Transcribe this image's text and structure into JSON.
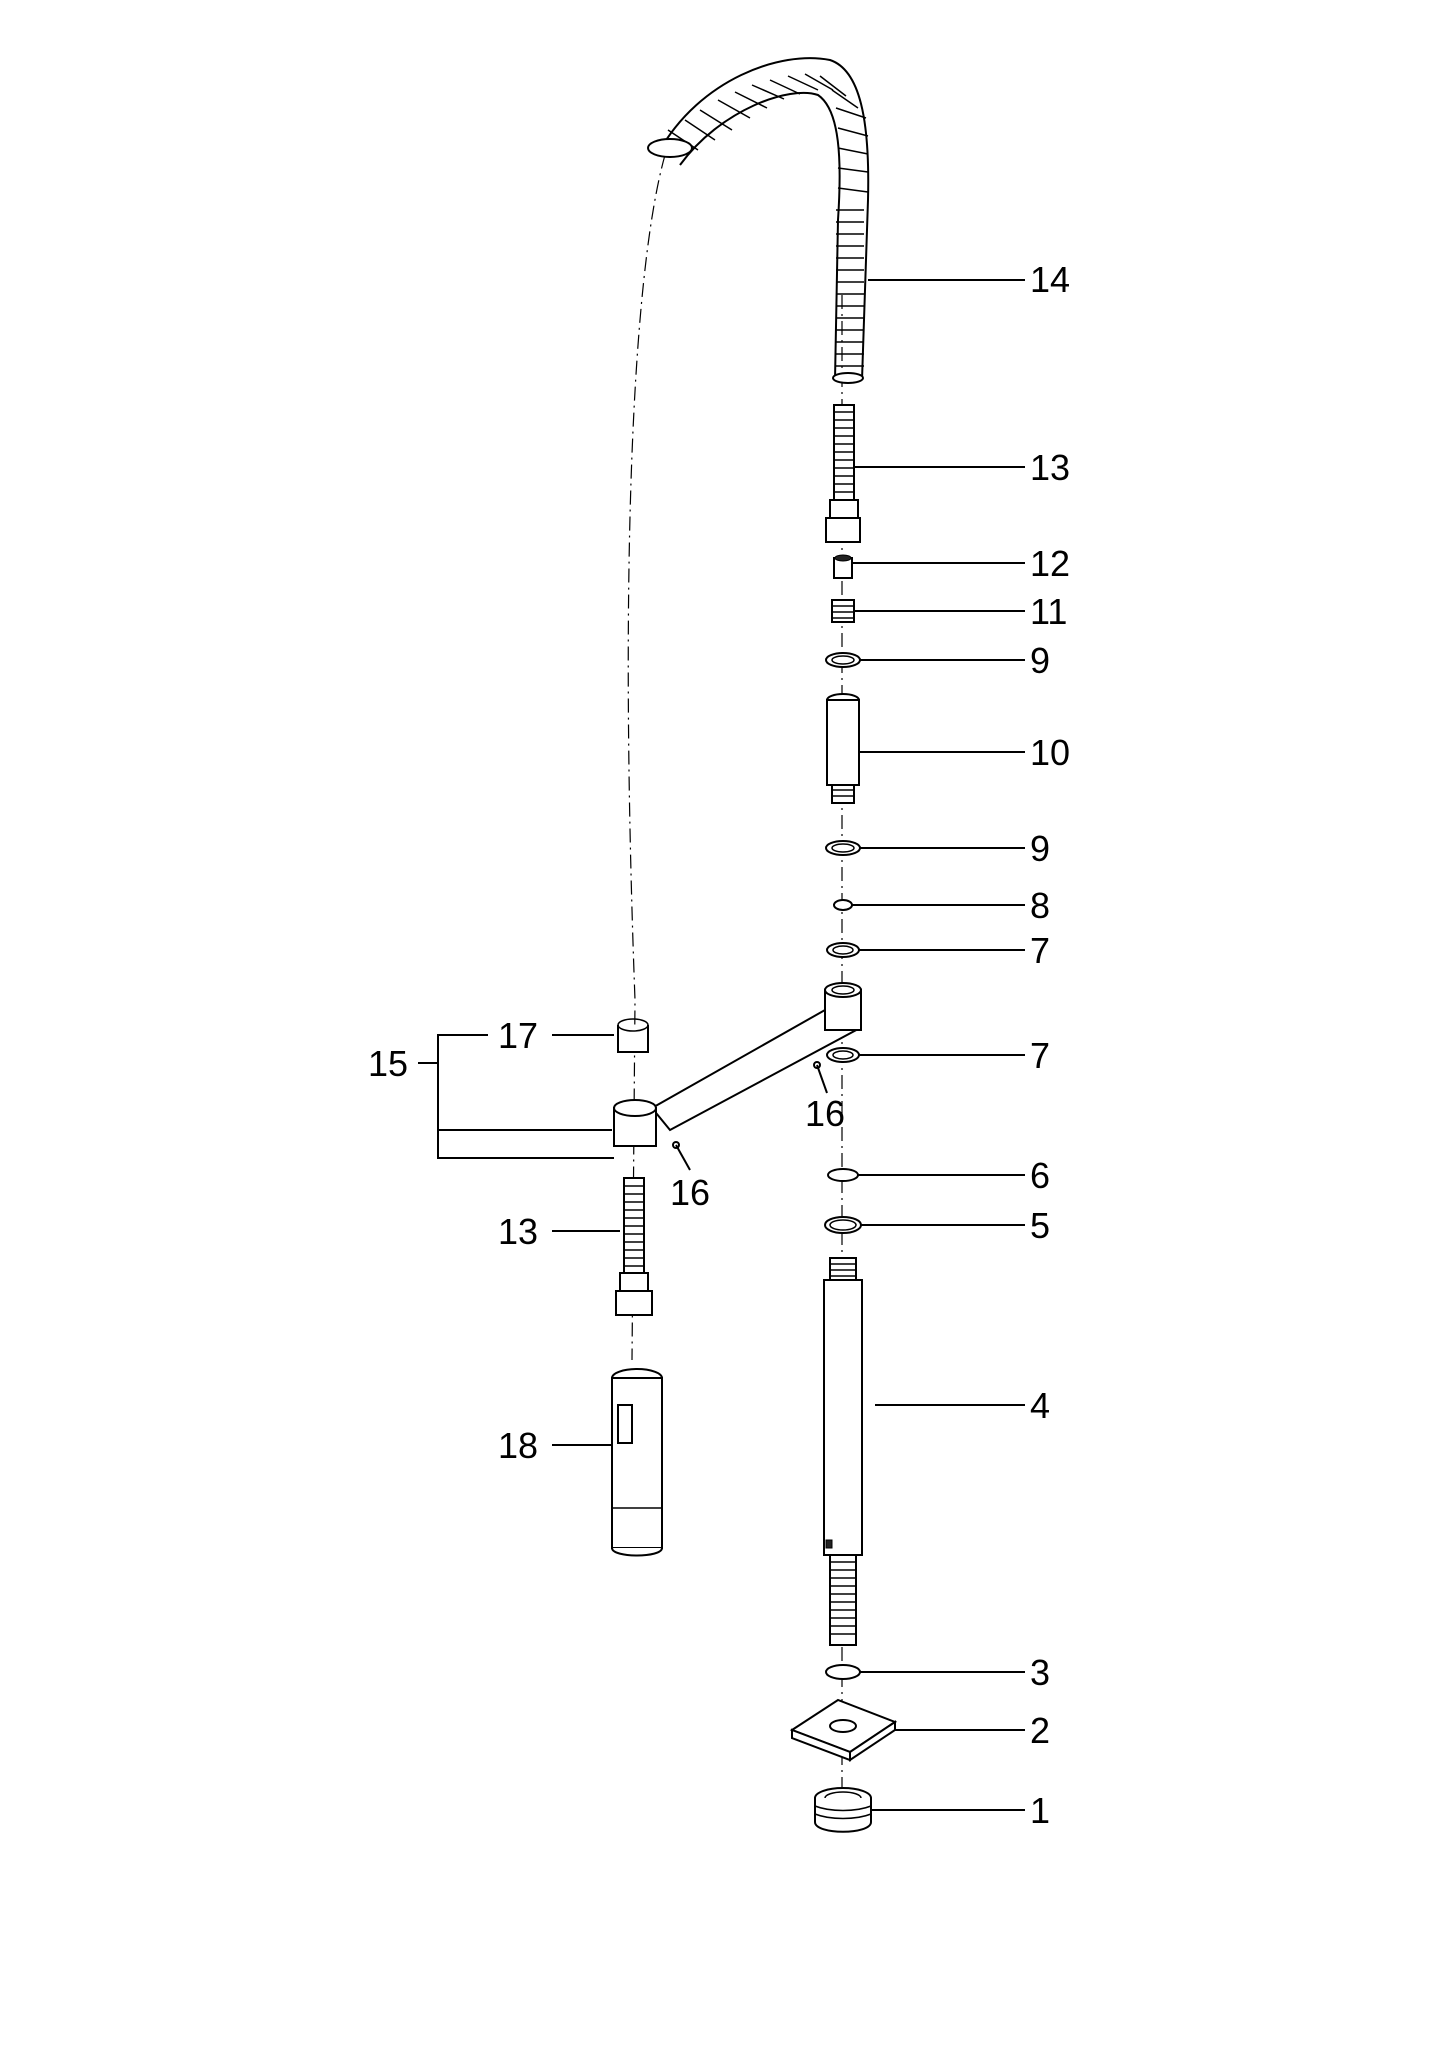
{
  "callouts": {
    "c1": "1",
    "c2": "2",
    "c3": "3",
    "c4": "4",
    "c5": "5",
    "c6": "6",
    "c7a": "7",
    "c7b": "7",
    "c8": "8",
    "c9a": "9",
    "c9b": "9",
    "c10": "10",
    "c11": "11",
    "c12": "12",
    "c13a": "13",
    "c13b": "13",
    "c14": "14",
    "c15": "15",
    "c16a": "16",
    "c16b": "16",
    "c17": "17",
    "c18": "18"
  }
}
